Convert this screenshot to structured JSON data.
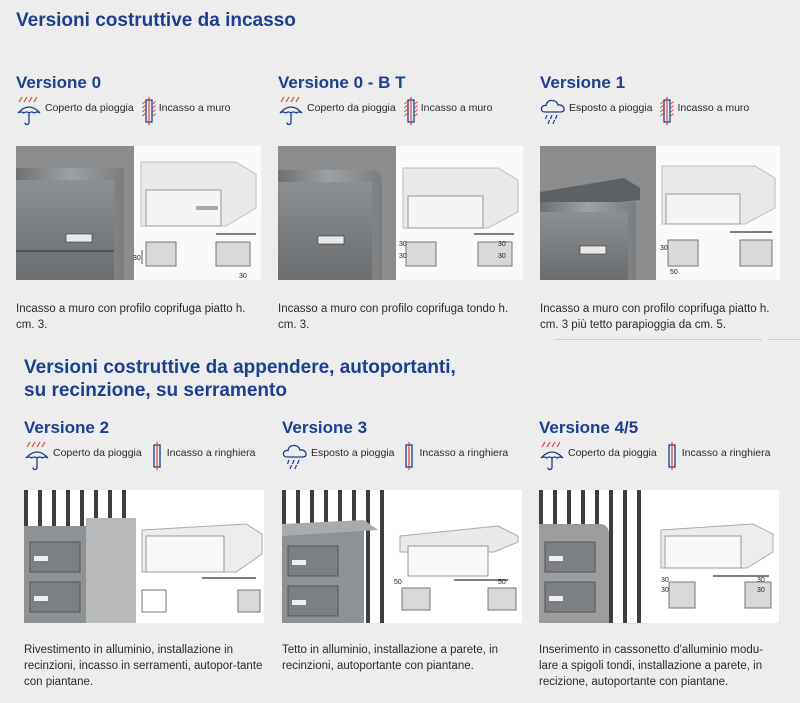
{
  "section1": {
    "title": "Versioni costruttive da incasso",
    "cards": [
      {
        "title": "Versione 0",
        "tags": [
          "Coperto da pioggia",
          "Incasso a muro"
        ],
        "desc": "Incasso a muro con profilo coprifuga piatto h. cm. 3.",
        "dims": [
          "30",
          "30"
        ]
      },
      {
        "title": "Versione 0 - B T",
        "tags": [
          "Coperto da pioggia",
          "Incasso a muro"
        ],
        "desc": "Incasso a muro con profilo coprifuga tondo h. cm. 3.",
        "dims": [
          "30",
          "30",
          "30",
          "30"
        ]
      },
      {
        "title": "Versione 1",
        "tags": [
          "Esposto a pioggia",
          "Incasso a muro"
        ],
        "desc": "Incasso a muro con profilo coprifuga piatto h. cm. 3 più tetto parapioggia da cm. 5.",
        "dims": [
          "30",
          "50"
        ]
      }
    ]
  },
  "section2": {
    "title_line1": "Versioni costruttive da appendere, autoportanti,",
    "title_line2": "su recinzione, su serramento",
    "cards": [
      {
        "title": "Versione 2",
        "tags": [
          "Coperto da pioggia",
          "Incasso a ringhiera"
        ],
        "desc": "Rivestimento in alluminio, installazione in recinzioni, incasso in serramenti, autopor-tante con piantane.",
        "dims": []
      },
      {
        "title": "Versione 3",
        "tags": [
          "Esposto a pioggia",
          "Incasso a ringhiera"
        ],
        "desc": "Tetto in alluminio, installazione a parete, in recinzioni, autoportante con piantane.",
        "dims": [
          "50",
          "50"
        ]
      },
      {
        "title": "Versione 4/5",
        "tags": [
          "Coperto da pioggia",
          "Incasso a ringhiera"
        ],
        "desc": "Inserimento in cassonetto d'alluminio modu-lare a spigoli tondi, installazione a parete, in recizione, autoportante con piantane.",
        "dims": [
          "30",
          "30",
          "30",
          "30"
        ]
      }
    ]
  },
  "colors": {
    "accent": "#1d3f8f",
    "rain": "#d9453b",
    "background": "#ededee"
  }
}
